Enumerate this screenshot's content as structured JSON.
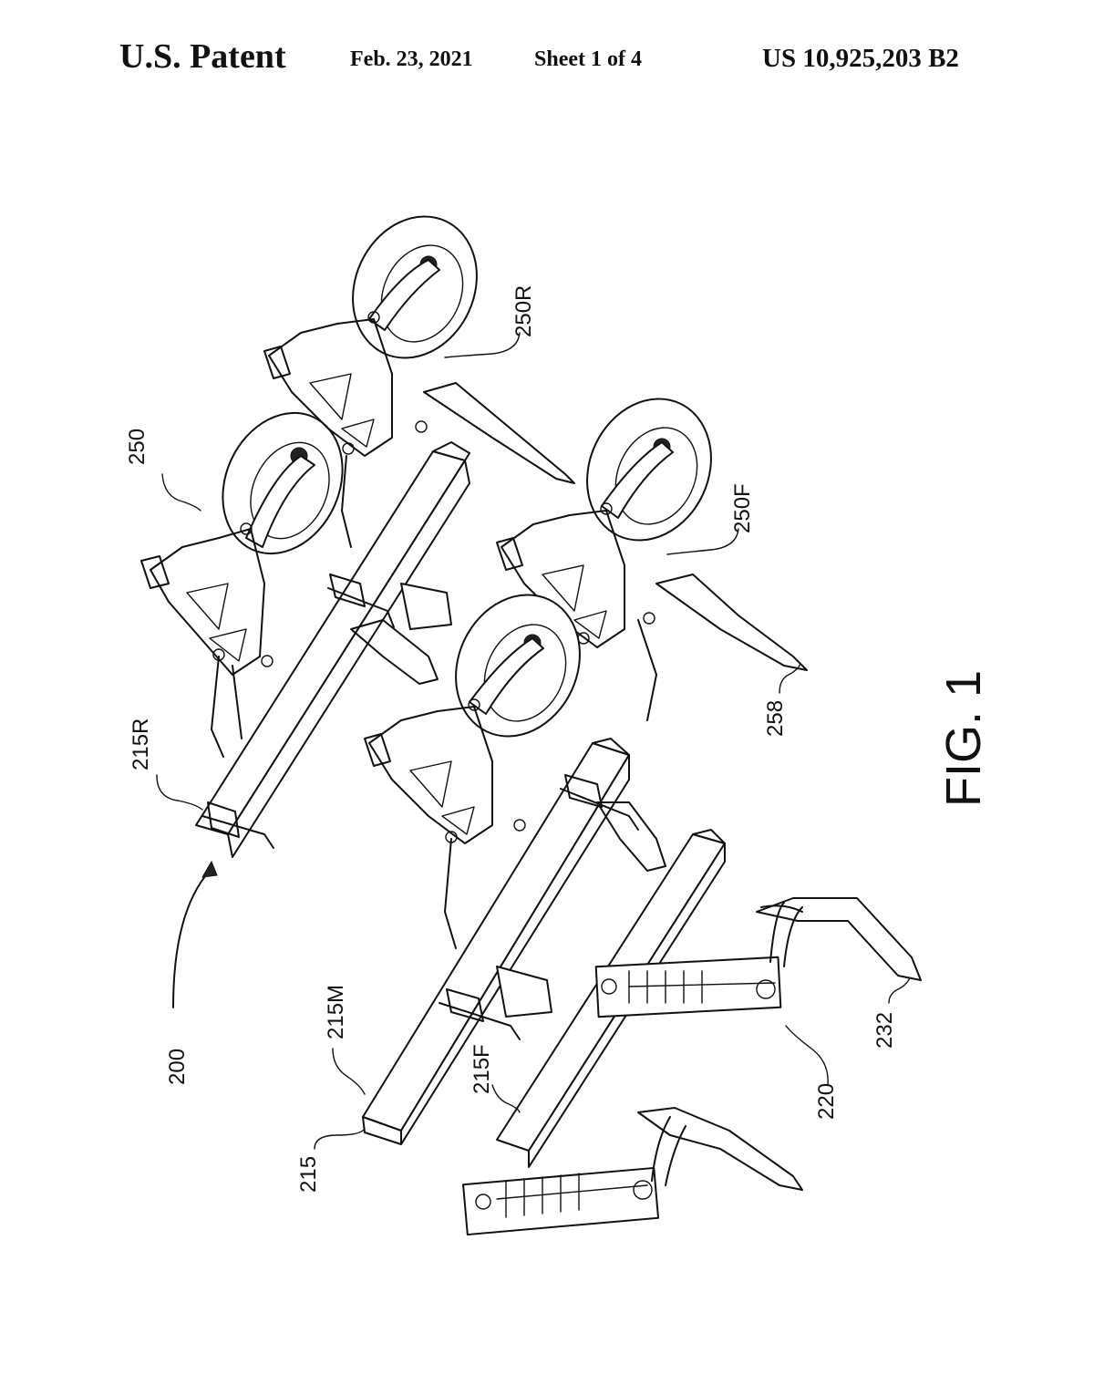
{
  "header": {
    "title": "U.S. Patent",
    "date": "Feb. 23, 2021",
    "sheet": "Sheet 1 of 4",
    "patent_number": "US 10,925,203 B2"
  },
  "figure": {
    "caption": "FIG. 1",
    "labels": {
      "assembly": "200",
      "frame": "215",
      "middle_bar": "215M",
      "front_bar": "215F",
      "rear_bar": "215R",
      "front_unit": "220",
      "front_shank": "232",
      "rear_unit": "250",
      "rear_unit_r": "250R",
      "rear_unit_f": "250F",
      "rear_shank": "258"
    }
  }
}
